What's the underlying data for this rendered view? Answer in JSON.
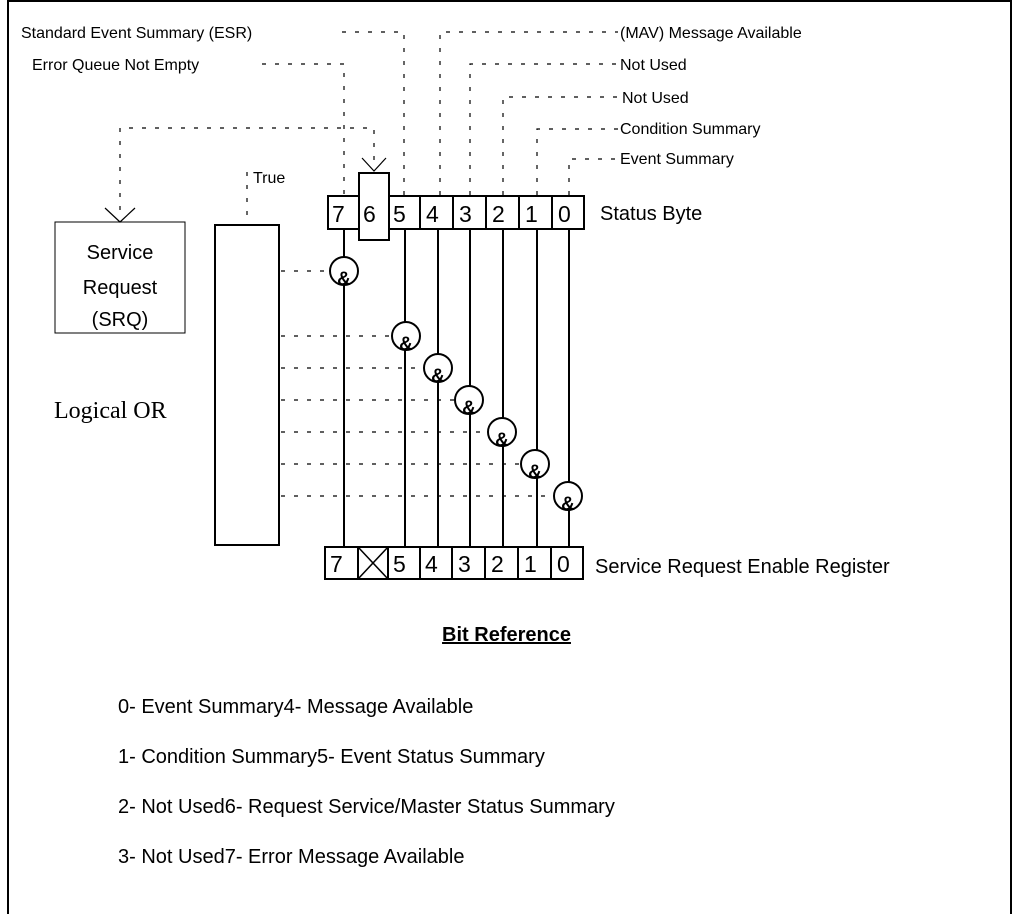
{
  "labels": {
    "esr": "Standard Event Summary (ESR)",
    "error_queue": "Error Queue Not Empty",
    "mav": "(MAV) Message Available",
    "not_used_a": "Not Used",
    "not_used_b": "Not Used",
    "condition_summary": "Condition Summary",
    "event_summary": "Event Summary",
    "true": "True",
    "status_byte": "Status Byte",
    "logical_or": "Logical OR",
    "service_request": [
      "Service",
      "Request",
      "(SRQ)"
    ],
    "srer": "Service Request Enable Register",
    "and_symbol": "&"
  },
  "status_byte_bits": [
    "7",
    "6",
    "5",
    "4",
    "3",
    "2",
    "1",
    "0"
  ],
  "srer_bits": [
    "7",
    "",
    "5",
    "4",
    "3",
    "2",
    "1",
    "0"
  ],
  "bit_reference": {
    "title": "Bit Reference",
    "items": [
      "0- Event Summary4- Message Available",
      "1- Condition Summary5- Event Status Summary",
      "2- Not Used6- Request Service/Master Status Summary",
      "3- Not Used7- Error Message Available"
    ]
  }
}
